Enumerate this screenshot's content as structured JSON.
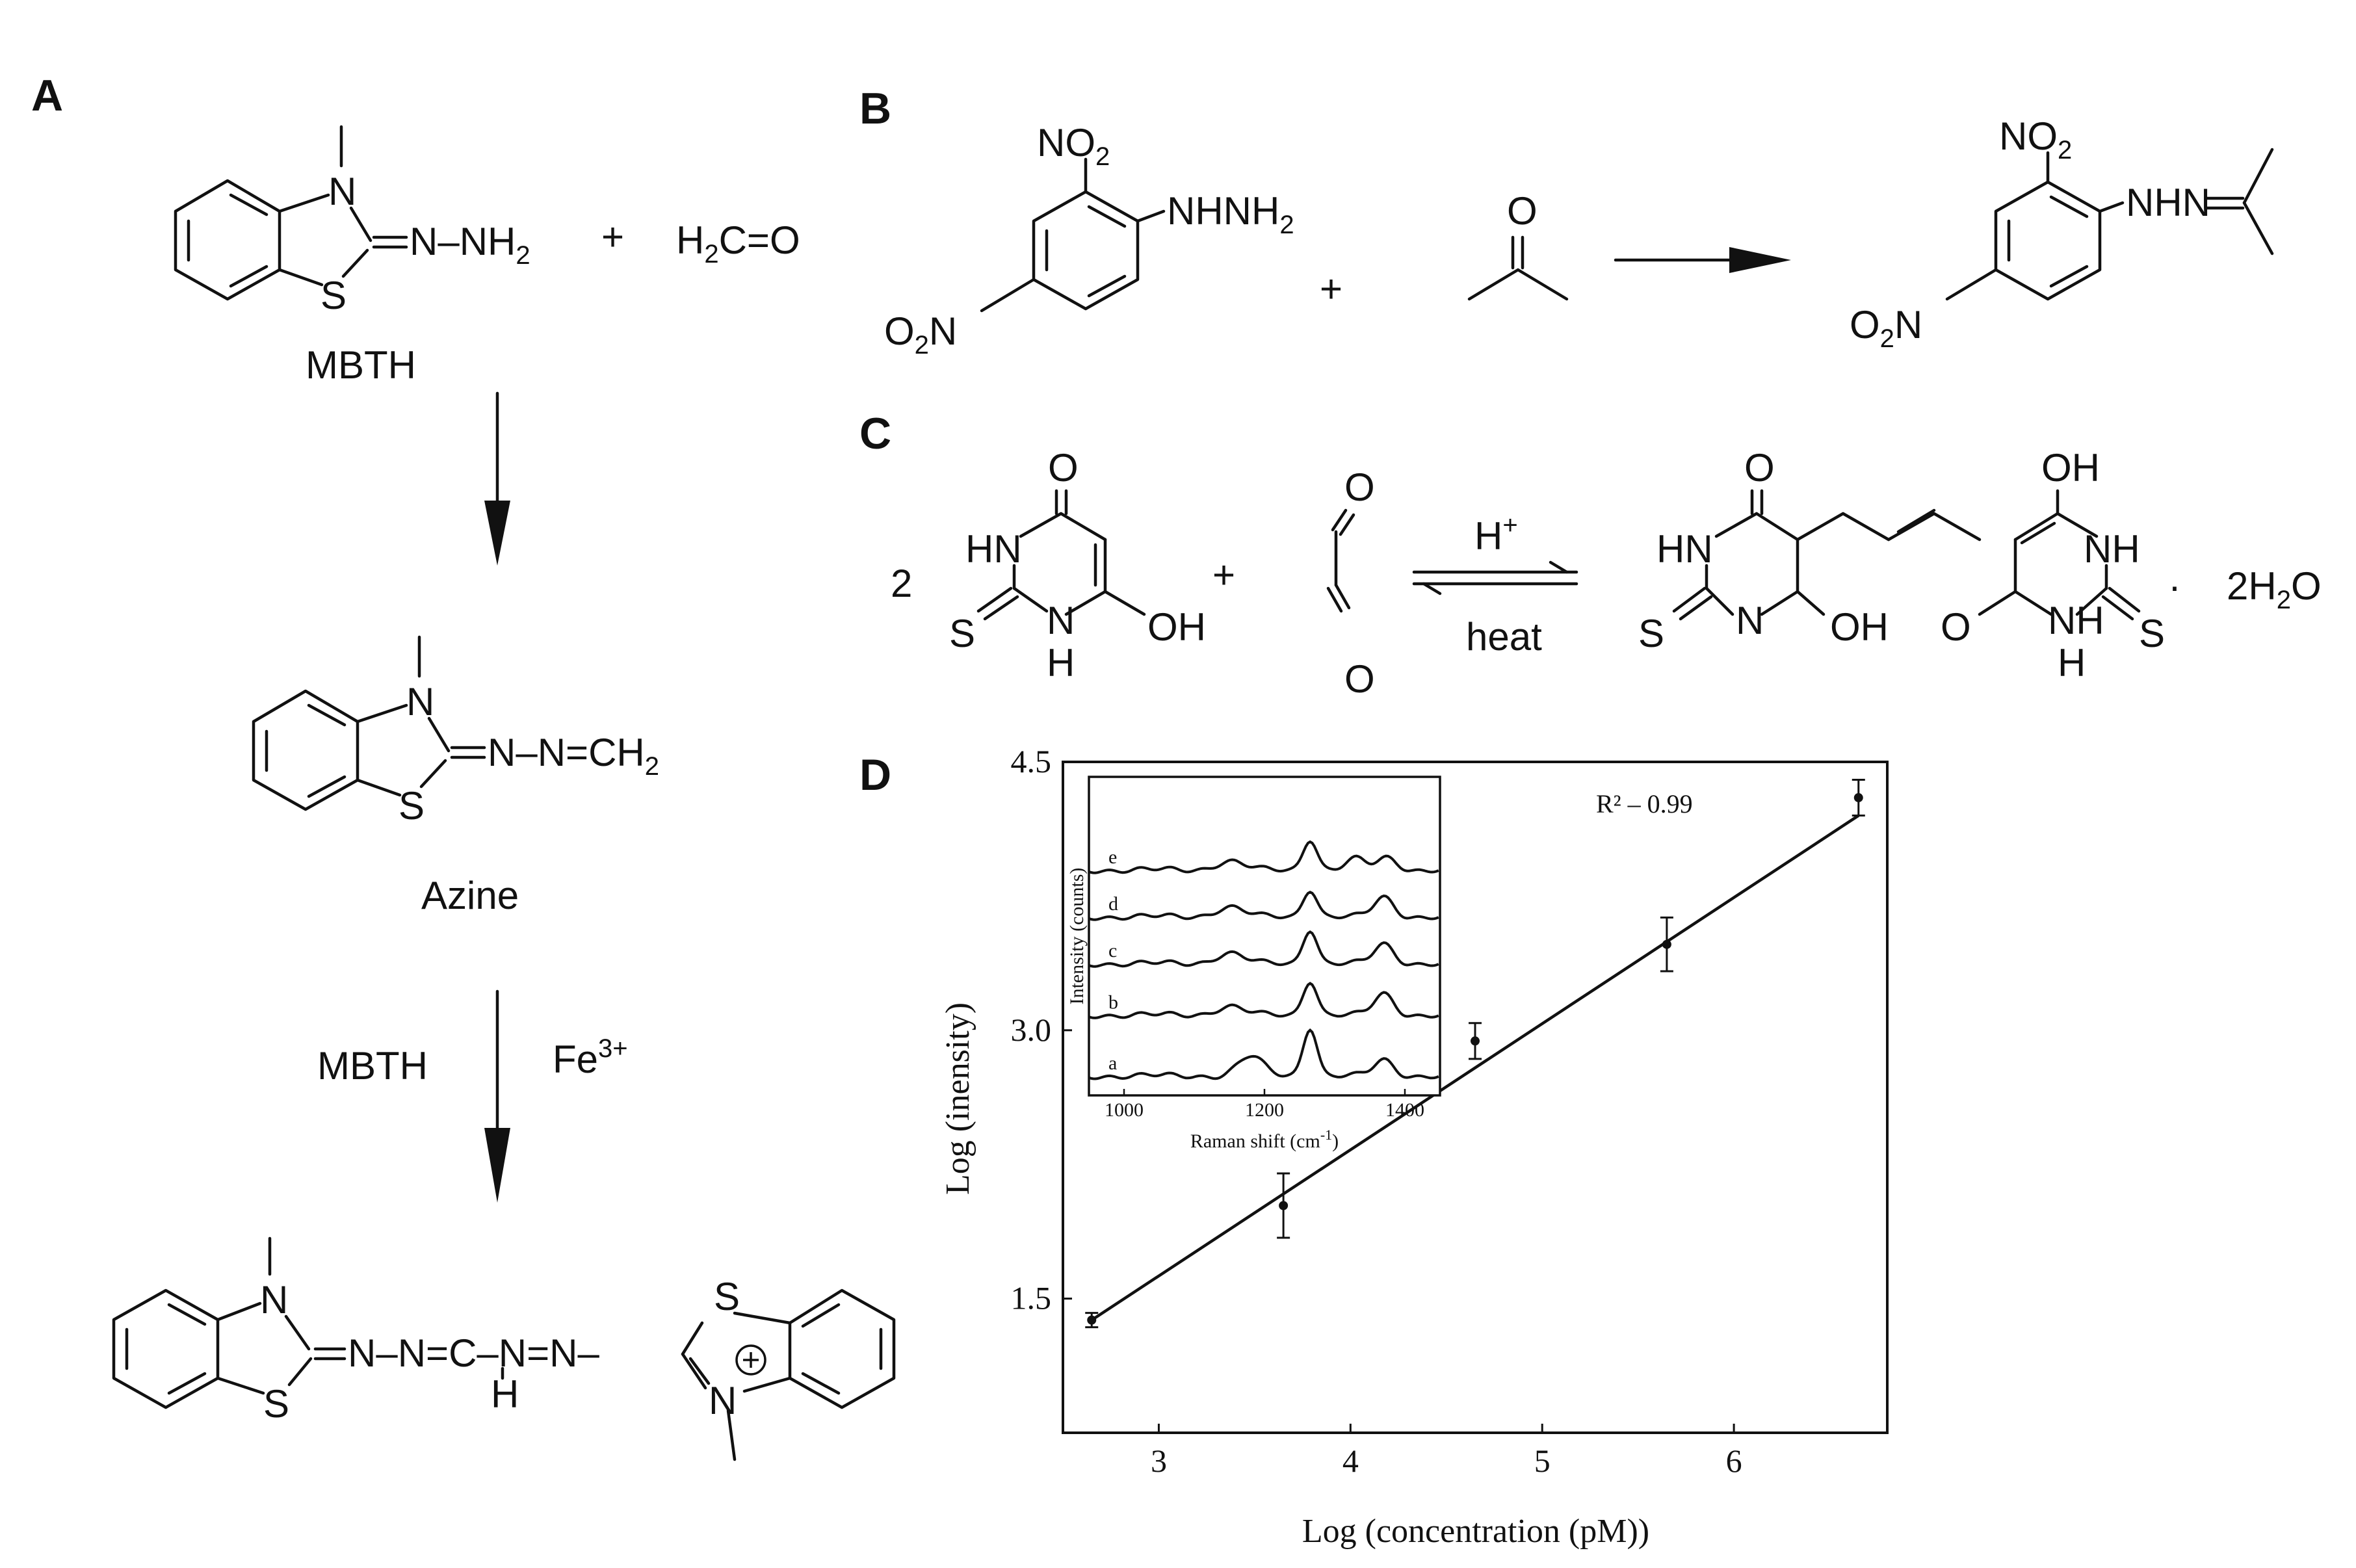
{
  "panels": {
    "A": {
      "letter": "A",
      "reactant_label": "MBTH",
      "plus": "+",
      "reagent": "H2C=O",
      "intermediate_label": "Azine",
      "step2_reagent_left": "MBTH",
      "step2_reagent_right": "Fe3+",
      "atoms": {
        "N": "N",
        "S": "S",
        "H": "H",
        "NNH2": "=N–NH2",
        "NNCH2": "=N–N=CH2",
        "chain": "=N–N=C–N=N–"
      }
    },
    "B": {
      "letter": "B",
      "plus": "+",
      "no2": "NO2",
      "o2n": "O2N",
      "nhnh2": "NHNH2",
      "nhn": "NHN",
      "o": "O"
    },
    "C": {
      "letter": "C",
      "coeff": "2",
      "plus": "+",
      "catalyst": "H+",
      "condition": "heat",
      "hydrate": "· 2H2O",
      "atoms": {
        "O": "O",
        "HN": "HN",
        "NH": "NH",
        "N": "N",
        "H": "H",
        "S": "S",
        "OH": "OH"
      }
    },
    "D": {
      "letter": "D",
      "r2": "R² – 0.99"
    }
  },
  "chart_data": [
    {
      "type": "scatter",
      "role": "main",
      "xlabel": "Log (concentration (pM))",
      "ylabel": "Log (inensity)",
      "xlim": [
        2.5,
        6.8
      ],
      "ylim": [
        0.75,
        4.5
      ],
      "x_ticks": [
        3,
        4,
        5,
        6
      ],
      "y_ticks": [
        1.5,
        3.0,
        4.5
      ],
      "y_tick_labels": [
        "1.5",
        "3.0",
        "4.5"
      ],
      "x_tick_labels": [
        "3",
        "4",
        "5",
        "6"
      ],
      "annotation": "R² – 0.99",
      "points": [
        {
          "x": 2.65,
          "y": 1.38,
          "err": 0.04
        },
        {
          "x": 3.65,
          "y": 2.02,
          "err": 0.18
        },
        {
          "x": 4.65,
          "y": 2.94,
          "err": 0.1
        },
        {
          "x": 5.65,
          "y": 3.48,
          "err": 0.15
        },
        {
          "x": 6.65,
          "y": 4.3,
          "err": 0.1
        }
      ],
      "fit_line": {
        "x": [
          2.65,
          6.65
        ],
        "y": [
          1.38,
          4.2
        ]
      },
      "grid": false
    },
    {
      "type": "line",
      "role": "inset",
      "xlabel": "Raman shift (cm-1)",
      "ylabel": "Intensity (counts)",
      "xlim": [
        950,
        1450
      ],
      "x_ticks": [
        1000,
        1200,
        1400
      ],
      "x_tick_labels": [
        "1000",
        "1200",
        "1400"
      ],
      "series": [
        {
          "name": "a",
          "offset": 0.0,
          "peaks": [
            [
              1180,
              0.55,
              18
            ],
            [
              1265,
              1.4,
              10
            ],
            [
              1370,
              0.45,
              14
            ]
          ]
        },
        {
          "name": "b",
          "offset": 1.3,
          "peaks": [
            [
              1150,
              0.25,
              20
            ],
            [
              1265,
              1.0,
              10
            ],
            [
              1370,
              0.6,
              14
            ]
          ]
        },
        {
          "name": "c",
          "offset": 2.4,
          "peaks": [
            [
              1150,
              0.3,
              20
            ],
            [
              1265,
              1.0,
              10
            ],
            [
              1370,
              0.55,
              14
            ]
          ]
        },
        {
          "name": "d",
          "offset": 3.4,
          "peaks": [
            [
              1150,
              0.28,
              20
            ],
            [
              1265,
              0.8,
              10
            ],
            [
              1370,
              0.55,
              14
            ]
          ]
        },
        {
          "name": "e",
          "offset": 4.4,
          "peaks": [
            [
              1150,
              0.25,
              20
            ],
            [
              1265,
              0.9,
              10
            ],
            [
              1330,
              0.3,
              14
            ],
            [
              1375,
              0.35,
              14
            ]
          ]
        }
      ]
    }
  ]
}
